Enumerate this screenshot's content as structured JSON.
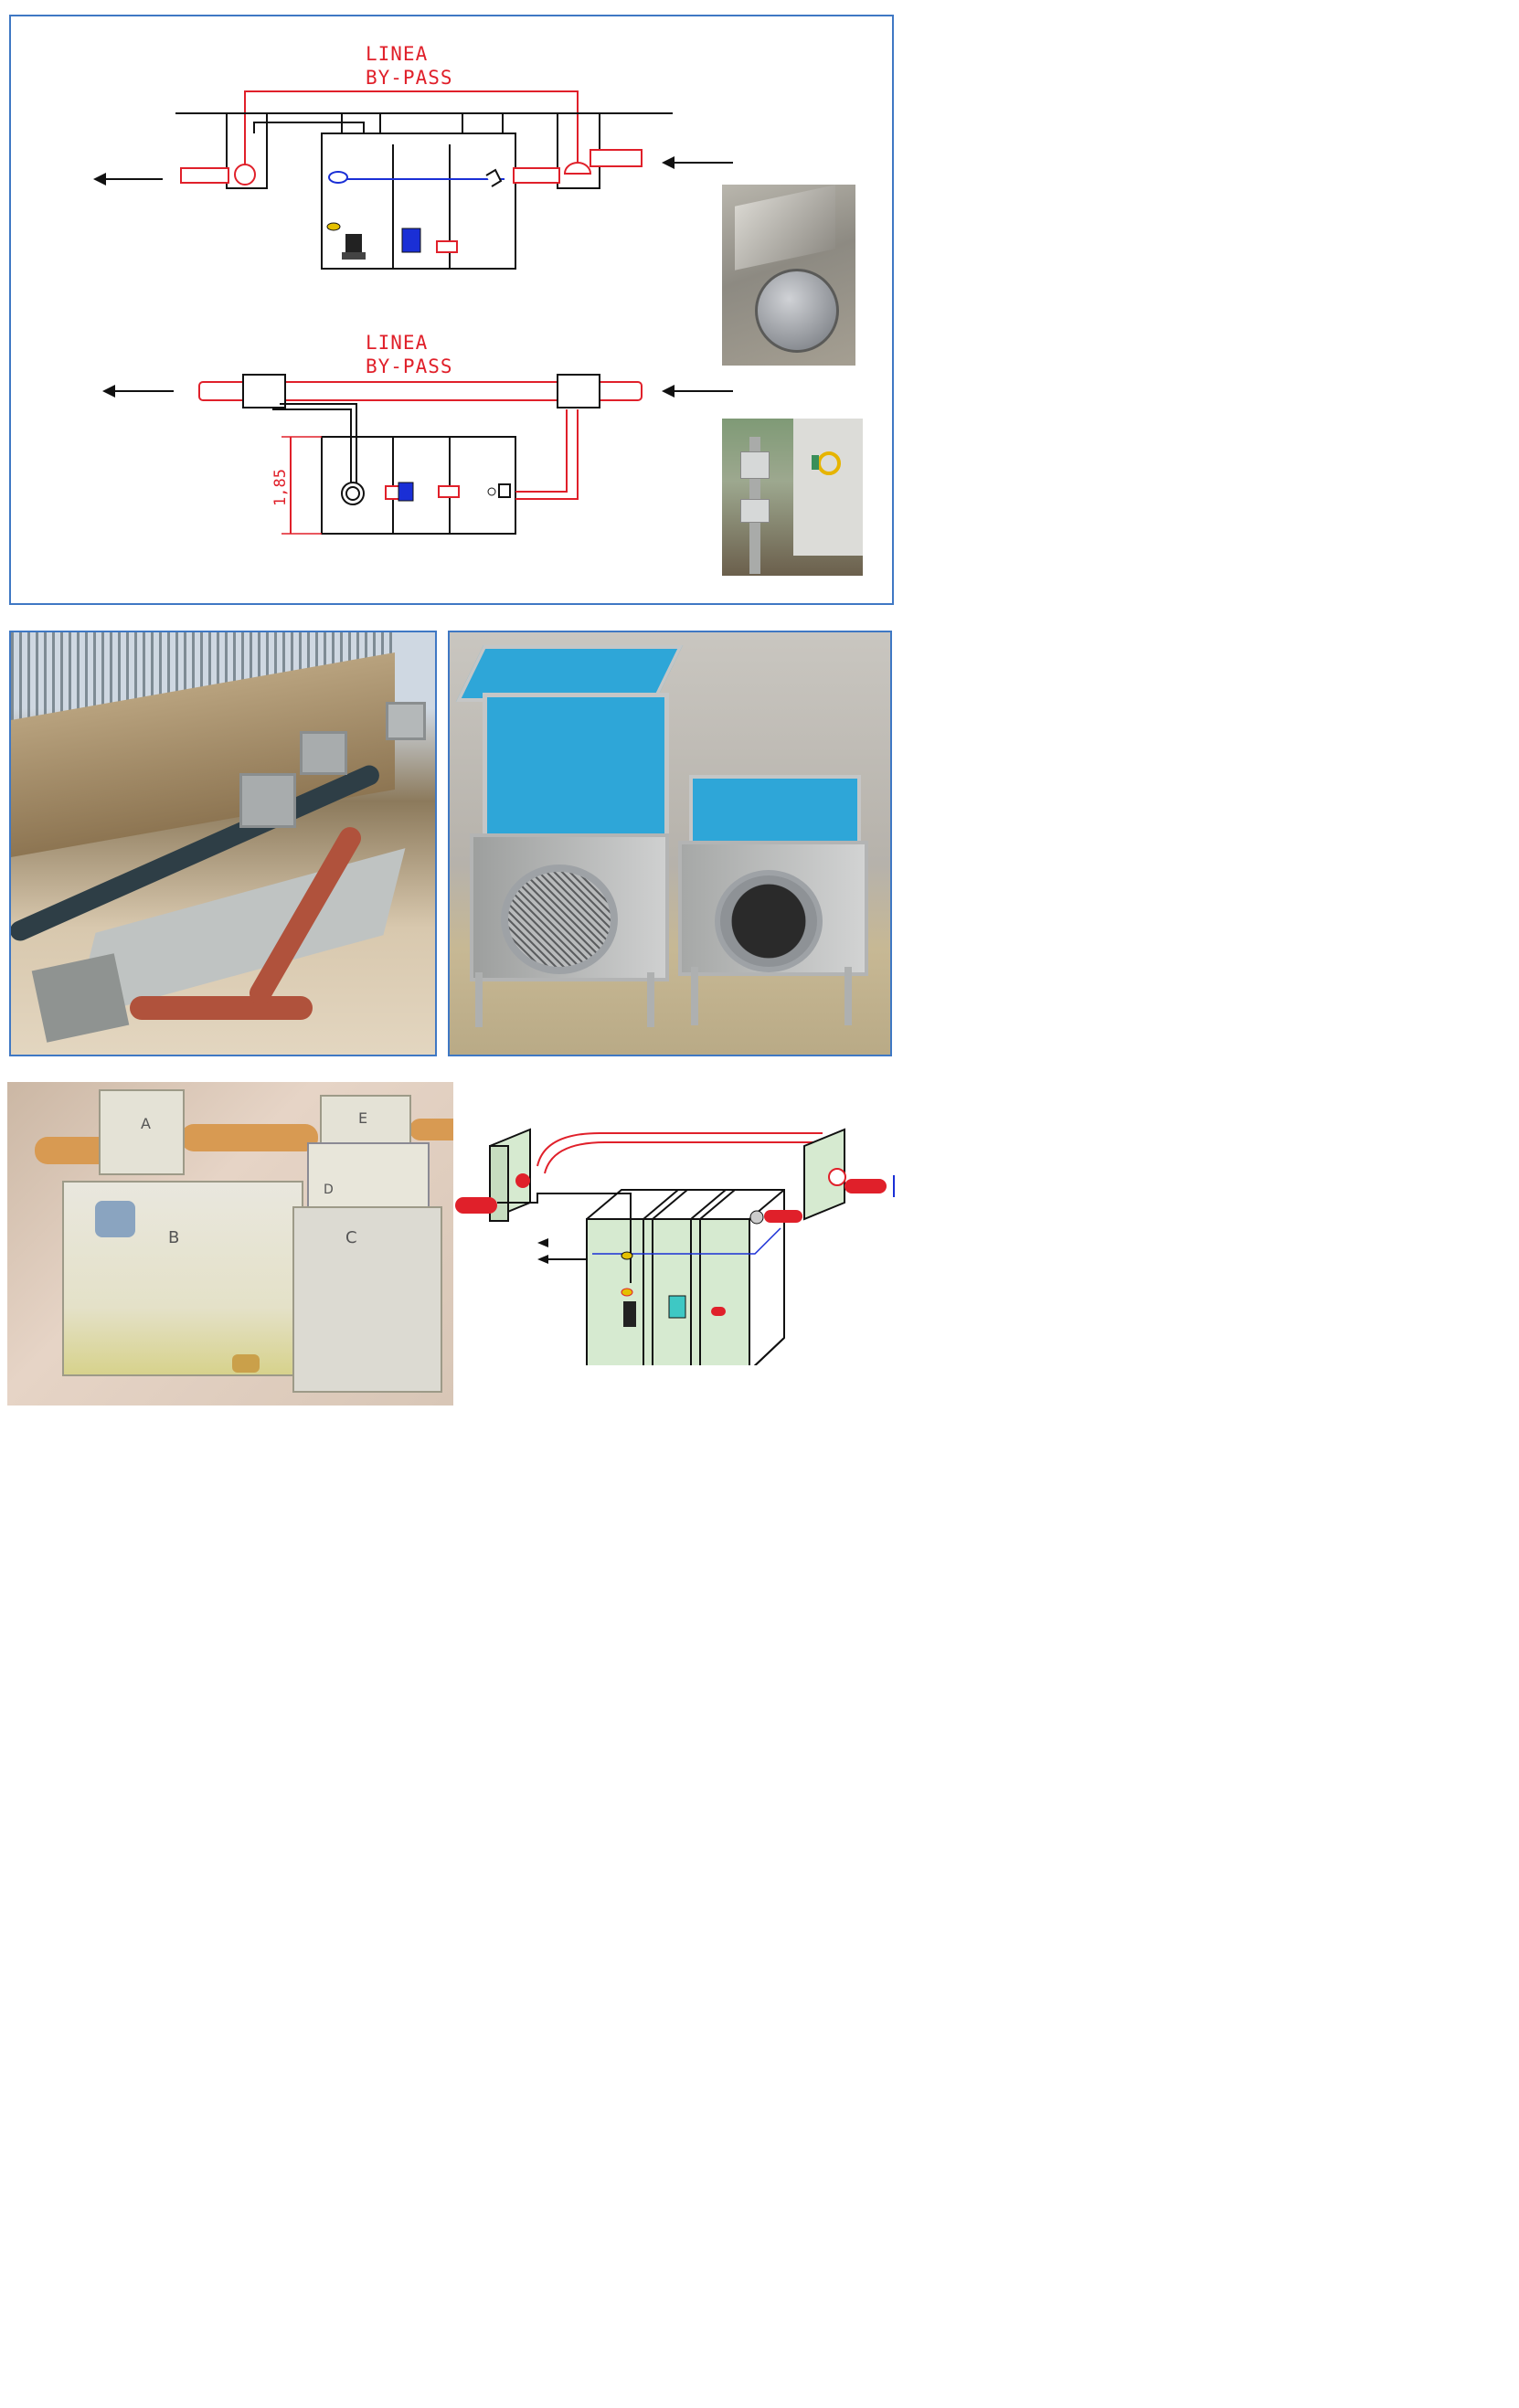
{
  "top_panel": {
    "section_view": {
      "label_line1": "LINEA",
      "label_line2": "BY-PASS"
    },
    "plan_view": {
      "label_line1": "LINEA",
      "label_line2": "BY-PASS",
      "dimension": "1,85"
    },
    "photo_valve": "photo-bypass-valve",
    "photo_control_panel": "photo-electrical-control-panel"
  },
  "middle_photos": {
    "left": "photo-installed-concrete-tank-with-bypass-pipe",
    "right": "photo-steel-odor-filter-boxes"
  },
  "bottom_panel": {
    "sketch_labels": {
      "a": "A",
      "b": "B",
      "c": "C",
      "d": "D",
      "e": "E"
    },
    "iso_diagram": "isometric-tank-diagram"
  },
  "colors": {
    "frame_border": "#3f78c4",
    "bypass_line": "#e0202a",
    "water_level": "#1a2fd6",
    "chamber_fill": "#d6ead0",
    "filter_foam": "#2ea6d8"
  }
}
